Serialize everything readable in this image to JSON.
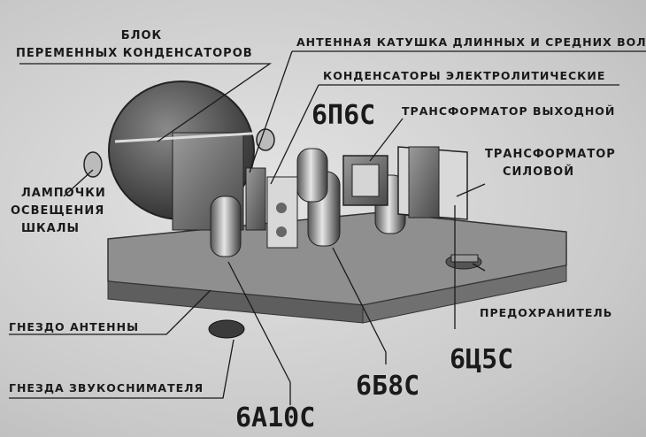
{
  "labels": {
    "block_line1": "БЛОК",
    "block_line2": "ПЕРЕМЕННЫХ КОНДЕНСАТОРОВ",
    "antenna_coil": "АНТЕННАЯ КАТУШКА ДЛИННЫХ И СРЕДНИХ ВОЛН",
    "capacitors": "КОНДЕНСАТОРЫ ЭЛЕКТРОЛИТИЧЕСКИЕ",
    "tube_6p6s": "6П6С",
    "transformer_output": "ТРАНСФОРМАТОР ВЫХОДНОЙ",
    "transformer_power_line1": "ТРАНСФОРМАТОР",
    "transformer_power_line2": "СИЛОВОЙ",
    "lamps_line1": "ЛАМПОЧКИ",
    "lamps_line2": "ОСВЕЩЕНИЯ",
    "lamps_line3": "ШКАЛЫ",
    "antenna_socket": "ГНЕЗДО АНТЕННЫ",
    "fuse": "ПРЕДОХРАНИТЕЛЬ",
    "tube_6c5s": "6Ц5С",
    "pickup_sockets": "ГНЕЗДА ЗВУКОСНИМАТЕЛЯ",
    "tube_6b8s": "6Б8С",
    "tube_6a10s": "6А10С"
  }
}
